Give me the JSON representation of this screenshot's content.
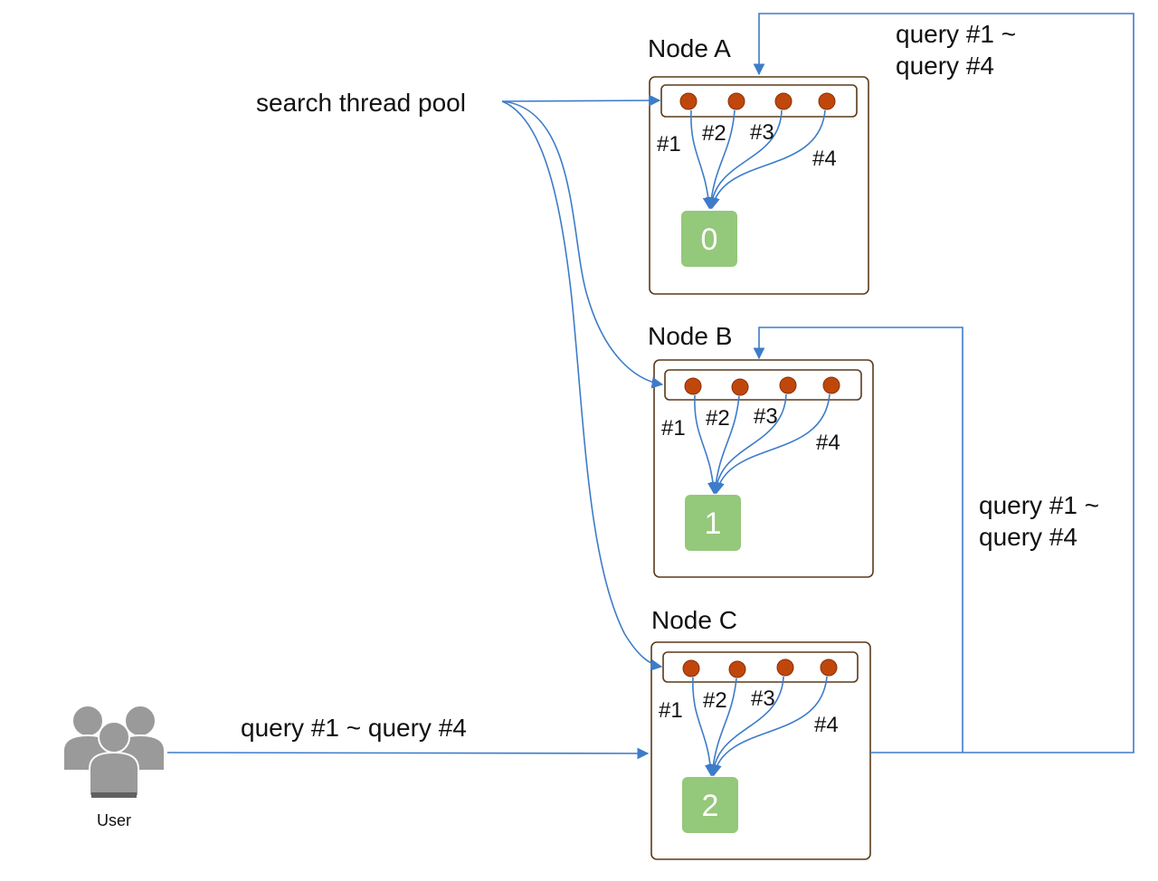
{
  "pool_label": "search thread pool",
  "user_label": "User",
  "user_query_label": "query #1 ~ query #4",
  "forward_labels": {
    "to_a": [
      "query #1 ~",
      "query #4"
    ],
    "to_b": [
      "query #1 ~",
      "query #4"
    ]
  },
  "nodes": [
    {
      "title": "Node A",
      "shard": "0",
      "threads": [
        "#1",
        "#2",
        "#3",
        "#4"
      ]
    },
    {
      "title": "Node B",
      "shard": "1",
      "threads": [
        "#1",
        "#2",
        "#3",
        "#4"
      ]
    },
    {
      "title": "Node C",
      "shard": "2",
      "threads": [
        "#1",
        "#2",
        "#3",
        "#4"
      ]
    }
  ],
  "colors": {
    "arrow": "#3d7cc9",
    "thread": "#c0470c",
    "shard": "#94c87a",
    "box_border": "#5a3a1a"
  },
  "icons": {
    "user": "users-group-icon"
  }
}
